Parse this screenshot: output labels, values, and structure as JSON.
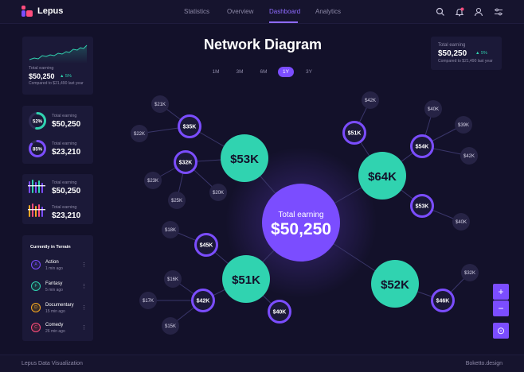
{
  "app": {
    "name": "Lepus"
  },
  "nav": {
    "items": [
      {
        "label": "Statistics"
      },
      {
        "label": "Overview"
      },
      {
        "label": "Dashboard"
      },
      {
        "label": "Analytics"
      }
    ],
    "active": "Dashboard",
    "icons": [
      "search-icon",
      "bell-icon",
      "user-icon",
      "settings-sliders-icon"
    ]
  },
  "colors": {
    "accent": "#7b4dff",
    "teal": "#30d3b0",
    "background": "#13112a",
    "card": "#1b1938"
  },
  "sidebar": {
    "earning_card": {
      "label": "Total earning",
      "value": "$50,250",
      "change": "5%",
      "compare": "Compared to $21,490 last year"
    },
    "rings": [
      {
        "percent": "52%",
        "fraction": 0.52,
        "label": "Total earning",
        "value": "$50,250",
        "color": "#30d3b0"
      },
      {
        "percent": "85%",
        "fraction": 0.85,
        "label": "Total earning",
        "value": "$23,210",
        "color": "#7b4dff"
      }
    ],
    "bars": [
      {
        "label": "Total earning",
        "value": "$50,250"
      },
      {
        "label": "Total earning",
        "value": "$23,210"
      }
    ],
    "terrain": {
      "title": "Currently in Terrain",
      "items": [
        {
          "initial": "A",
          "name": "Action",
          "ago": "1 min ago",
          "color": "#7b4dff"
        },
        {
          "initial": "F",
          "name": "Fantasy",
          "ago": "5 min ago",
          "color": "#30d3b0"
        },
        {
          "initial": "D",
          "name": "Documentary",
          "ago": "15 min ago",
          "color": "#f5a623"
        },
        {
          "initial": "C",
          "name": "Comedy",
          "ago": "26 min ago",
          "color": "#ff4d7e"
        }
      ]
    }
  },
  "main": {
    "title": "Network Diagram",
    "periods": [
      "1M",
      "3M",
      "6M",
      "1Y",
      "3Y"
    ],
    "active_period": "1Y",
    "center": {
      "label": "Total earning",
      "value": "$50,250"
    },
    "hubs": [
      "$53K",
      "$64K",
      "$51K",
      "$52K"
    ],
    "rings": [
      "$35K",
      "$32K",
      "$51K",
      "$54K",
      "$53K",
      "$45K",
      "$42K",
      "$40K",
      "$46K"
    ],
    "leaves": [
      "$21K",
      "$22K",
      "$23K",
      "$25K",
      "$20K",
      "$42K",
      "$40K",
      "$39K",
      "$42K",
      "$40K",
      "$18K",
      "$16K",
      "$17K",
      "$15K",
      "$32K"
    ]
  },
  "top_right_card": {
    "label": "Total earning",
    "value": "$50,250",
    "change": "5%",
    "compare": "Compared to $21,490 last year"
  },
  "zoom": {
    "plus": "+",
    "minus": "−",
    "reset": "⊙"
  },
  "footer": {
    "left": "Lepus Data Visualization",
    "right": "Boketto.design"
  }
}
